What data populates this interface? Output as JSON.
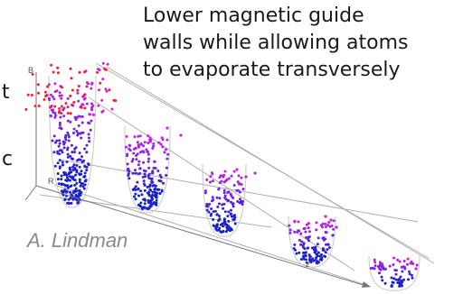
{
  "caption": {
    "line1": "Lower magnetic guide",
    "line2": "walls while allowing atoms",
    "line3": "to evaporate transversely"
  },
  "edge_text": {
    "a": "t",
    "b": "c"
  },
  "credit": "A. Lindman",
  "axes": {
    "vertical": "B",
    "radial": "R",
    "longitudinal": "z"
  },
  "colors": {
    "hot_atoms": "#ff1a2e",
    "upper_atoms": "#cc22dd",
    "mid_atoms": "#7a22e8",
    "cold_atoms": "#1a22c8",
    "guide_lines": "#b0b0b0",
    "credit": "#8a8a8a"
  }
}
